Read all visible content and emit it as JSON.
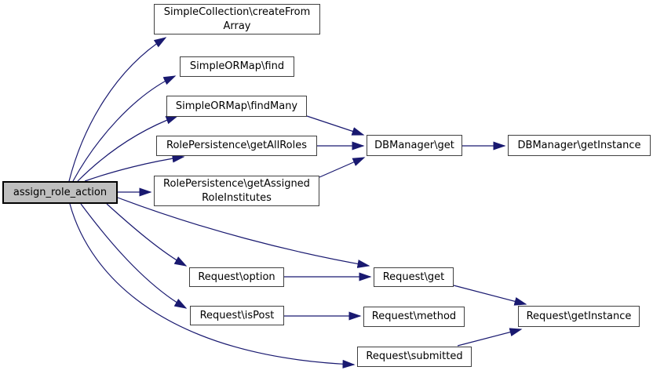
{
  "diagram_type": "call-graph",
  "nodes": {
    "createFromArray": {
      "label": "SimpleCollection\\createFrom\nArray"
    },
    "find": {
      "label": "SimpleORMap\\find"
    },
    "findMany": {
      "label": "SimpleORMap\\findMany"
    },
    "getAllRoles": {
      "label": "RolePersistence\\getAllRoles"
    },
    "assign": {
      "label": "assign_role_action",
      "current": true
    },
    "getAssigned": {
      "label": "RolePersistence\\getAssigned\nRoleInstitutes"
    },
    "dbGet": {
      "label": "DBManager\\get"
    },
    "dbGetInstance": {
      "label": "DBManager\\getInstance"
    },
    "reqOption": {
      "label": "Request\\option"
    },
    "reqGet": {
      "label": "Request\\get"
    },
    "reqIsPost": {
      "label": "Request\\isPost"
    },
    "reqMethod": {
      "label": "Request\\method"
    },
    "reqGetInstance": {
      "label": "Request\\getInstance"
    },
    "reqSubmitted": {
      "label": "Request\\submitted"
    }
  },
  "edges": [
    {
      "from": "assign_role_action",
      "to": "SimpleCollection\\createFromArray"
    },
    {
      "from": "assign_role_action",
      "to": "SimpleORMap\\find"
    },
    {
      "from": "assign_role_action",
      "to": "SimpleORMap\\findMany"
    },
    {
      "from": "assign_role_action",
      "to": "RolePersistence\\getAllRoles"
    },
    {
      "from": "assign_role_action",
      "to": "RolePersistence\\getAssignedRoleInstitutes"
    },
    {
      "from": "assign_role_action",
      "to": "Request\\get"
    },
    {
      "from": "assign_role_action",
      "to": "Request\\option"
    },
    {
      "from": "assign_role_action",
      "to": "Request\\isPost"
    },
    {
      "from": "assign_role_action",
      "to": "Request\\submitted"
    },
    {
      "from": "SimpleORMap\\findMany",
      "to": "DBManager\\get"
    },
    {
      "from": "RolePersistence\\getAllRoles",
      "to": "DBManager\\get"
    },
    {
      "from": "RolePersistence\\getAssignedRoleInstitutes",
      "to": "DBManager\\get"
    },
    {
      "from": "DBManager\\get",
      "to": "DBManager\\getInstance"
    },
    {
      "from": "Request\\option",
      "to": "Request\\get"
    },
    {
      "from": "Request\\get",
      "to": "Request\\getInstance"
    },
    {
      "from": "Request\\submitted",
      "to": "Request\\getInstance"
    },
    {
      "from": "Request\\isPost",
      "to": "Request\\method"
    }
  ],
  "colors": {
    "edge": "#191970",
    "node_border": "#404040",
    "node_fill": "#ffffff",
    "current_fill": "#bfbfbf",
    "current_border": "#000000",
    "text": "#000000",
    "background": "#ffffff"
  }
}
